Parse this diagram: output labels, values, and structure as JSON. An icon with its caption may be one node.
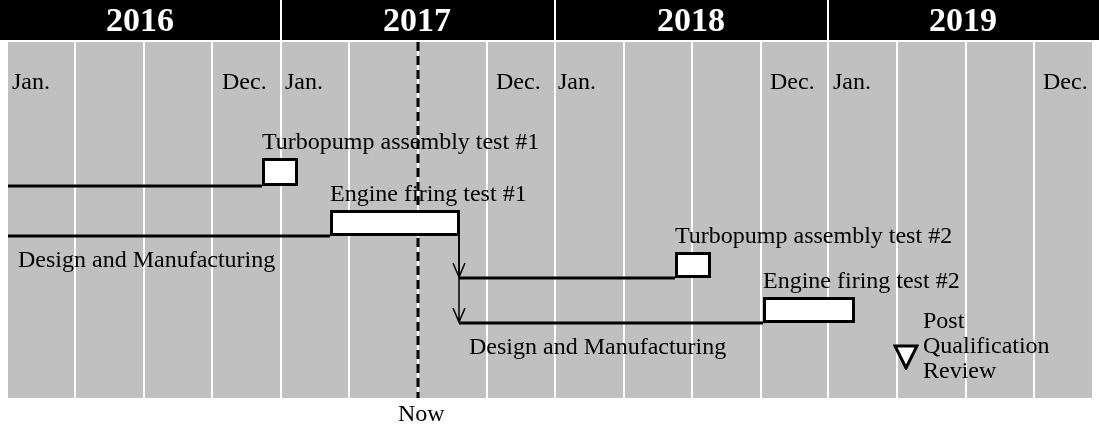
{
  "diagram": {
    "nodes": [
      {
        "text": [
          "Turbopump assembly test #1"
        ]
      },
      {
        "text": [
          "Engine firing test #1"
        ]
      },
      {
        "text": [
          "Turbopump assembly test #2"
        ]
      },
      {
        "text": [
          "Engine firing test #2"
        ]
      },
      {
        "text": [
          "Post Qualification Review"
        ]
      }
    ],
    "edges": [
      {
        "from": null,
        "to": 0,
        "arrow": "none"
      },
      {
        "from": null,
        "to": 1,
        "arrow": "none",
        "label": "Design and Manufacturing"
      },
      {
        "from": 1,
        "to": null,
        "arrow": "to"
      },
      {
        "from": null,
        "to": 2,
        "arrow": "none"
      },
      {
        "from": 1,
        "to": null,
        "arrow": "to"
      },
      {
        "from": null,
        "to": 3,
        "arrow": "none",
        "label": "Design and Manufacturing"
      }
    ],
    "labels": [
      "2016",
      "2017",
      "2018",
      "2019",
      "Jan.",
      "Dec.",
      "Jan.",
      "Dec.",
      "Jan.",
      "Dec.",
      "Jan.",
      "Dec.",
      "Now"
    ]
  }
}
